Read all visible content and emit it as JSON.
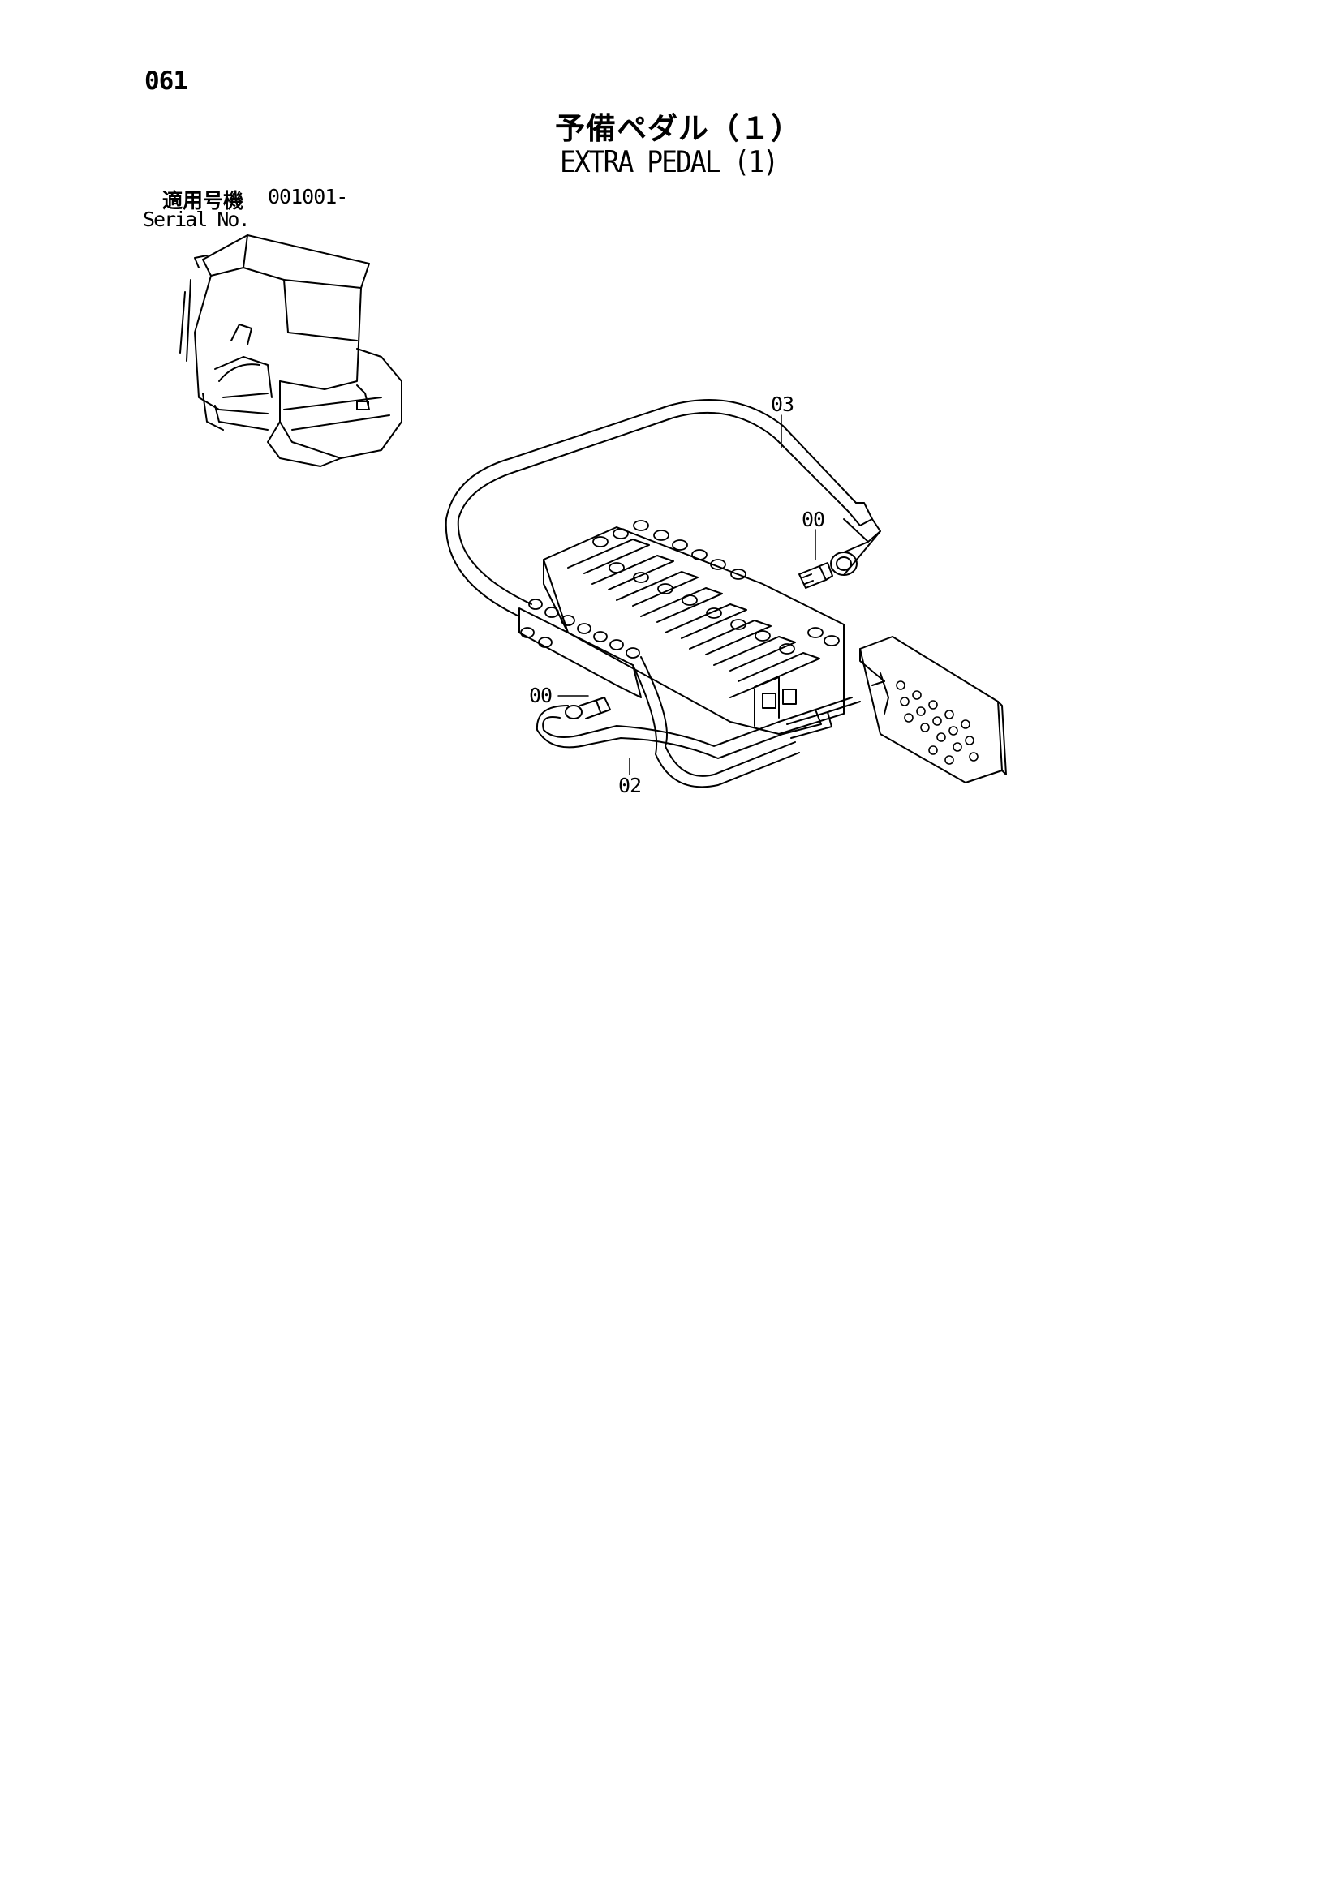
{
  "page": {
    "number": "061",
    "title_jp": "予備ペダル（１）",
    "title_en": "EXTRA PEDAL (1)",
    "serial_label_jp": "適用号機",
    "serial_range": "001001-",
    "serial_label_en": "Serial No."
  },
  "callouts": [
    {
      "id": "hose-03",
      "label": "03"
    },
    {
      "id": "fitting-00-right",
      "label": "00"
    },
    {
      "id": "fitting-00-left",
      "label": "00"
    },
    {
      "id": "hose-02",
      "label": "02"
    }
  ]
}
